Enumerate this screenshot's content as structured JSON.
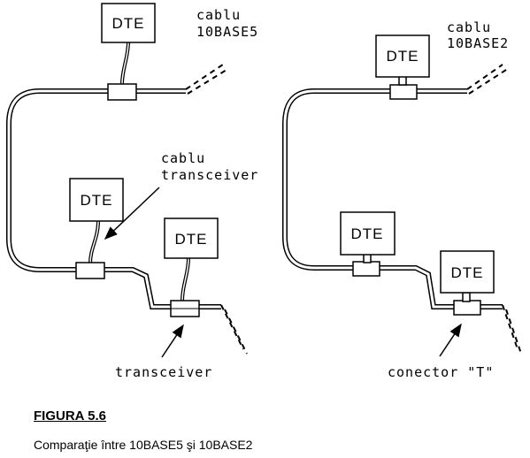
{
  "figure": {
    "number": "FIGURA  5.6",
    "caption": "Comparaţie între 10BASE5 şi 10BASE2"
  },
  "left": {
    "cable_label_line1": "cablu",
    "cable_label_line2": "10BASE5",
    "transceiver_cable_line1": "cablu",
    "transceiver_cable_line2": "transceiver",
    "transceiver_label": "transceiver",
    "dte_top": "DTE",
    "dte_mid": "DTE",
    "dte_low": "DTE"
  },
  "right": {
    "cable_label_line1": "cablu",
    "cable_label_line2": "10BASE2",
    "connector_label": "conector \"T\"",
    "dte_top": "DTE",
    "dte_mid": "DTE",
    "dte_low": "DTE"
  }
}
